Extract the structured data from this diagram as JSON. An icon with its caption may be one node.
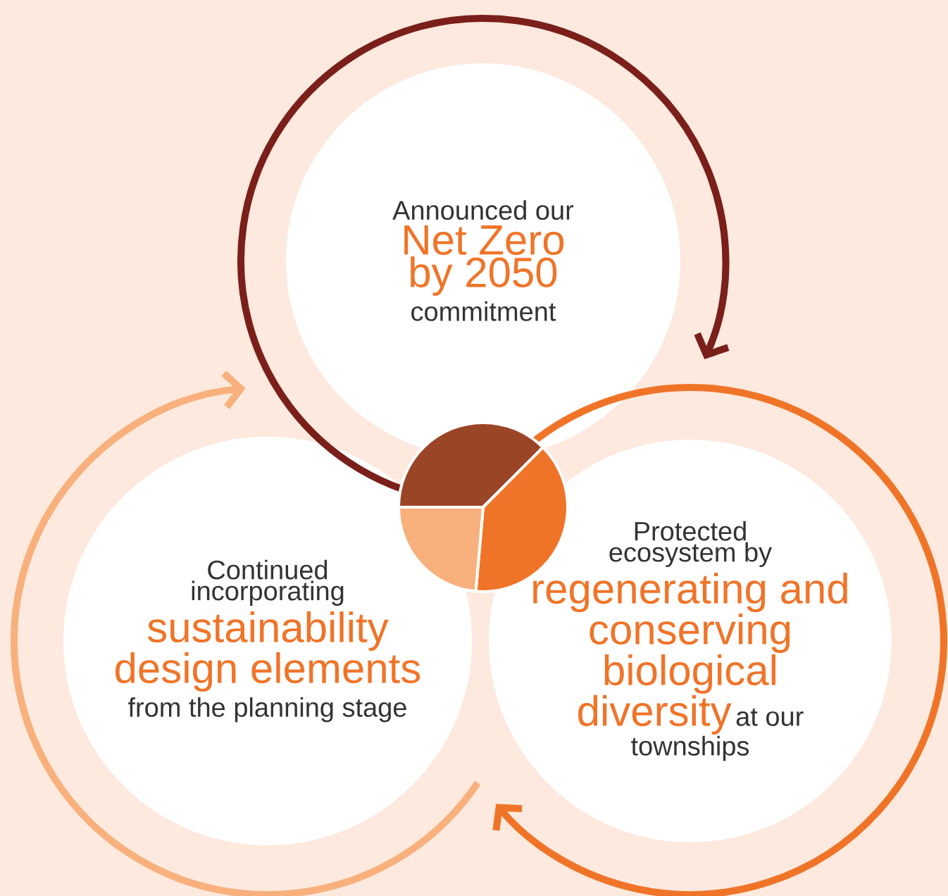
{
  "diagram": {
    "nodes": [
      {
        "text": [
          "Announced our",
          "Net Zero by 2050",
          "commitment"
        ]
      },
      {
        "text": [
          "Protected ecosystem by",
          "regenerating and conserving biological diversity",
          "at our townships"
        ]
      },
      {
        "text": [
          "Continued incorporating",
          "sustainability design elements",
          "from the planning stage"
        ]
      }
    ]
  }
}
